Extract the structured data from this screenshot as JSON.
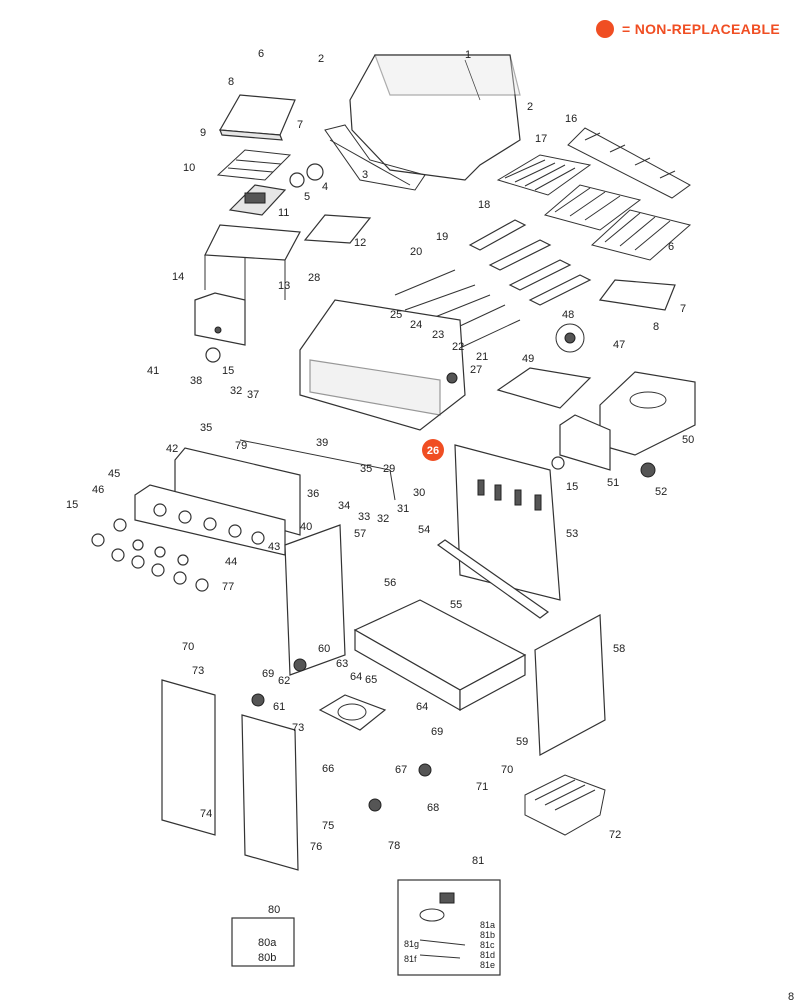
{
  "legend": {
    "text": "= NON-REPLACEABLE",
    "color": "#f04e23"
  },
  "non_replaceable": [
    "26"
  ],
  "labels": {
    "p1": "1",
    "p2a": "2",
    "p2b": "2",
    "p3": "3",
    "p4": "4",
    "p5": "5",
    "p6a": "6",
    "p6b": "6",
    "p7a": "7",
    "p7b": "7",
    "p8a": "8",
    "p8b": "8",
    "p9": "9",
    "p10": "10",
    "p11": "11",
    "p12": "12",
    "p13": "13",
    "p14": "14",
    "p15a": "15",
    "p15b": "15",
    "p15c": "15",
    "p17": "17",
    "p16": "16",
    "p18": "18",
    "p19": "19",
    "p20": "20",
    "p21": "21",
    "p22": "22",
    "p23": "23",
    "p24": "24",
    "p25": "25",
    "p26": "26",
    "p27": "27",
    "p28": "28",
    "p29": "29",
    "p30": "30",
    "p31": "31",
    "p32a": "32",
    "p32b": "32",
    "p33": "33",
    "p34": "34",
    "p35a": "35",
    "p35b": "35",
    "p36": "36",
    "p37": "37",
    "p38": "38",
    "p39": "39",
    "p40": "40",
    "p41": "41",
    "p42": "42",
    "p43": "43",
    "p44": "44",
    "p45": "45",
    "p46": "46",
    "p47": "47",
    "p48": "48",
    "p49": "49",
    "p50": "50",
    "p51": "51",
    "p52": "52",
    "p53": "53",
    "p54": "54",
    "p55": "55",
    "p56": "56",
    "p57": "57",
    "p58": "58",
    "p59": "59",
    "p60": "60",
    "p61": "61",
    "p62": "62",
    "p63": "63",
    "p64a": "64",
    "p64b": "64",
    "p65": "65",
    "p66": "66",
    "p67": "67",
    "p68": "68",
    "p69a": "69",
    "p69b": "69",
    "p70a": "70",
    "p70b": "70",
    "p71": "71",
    "p72": "72",
    "p73a": "73",
    "p73b": "73",
    "p74": "74",
    "p75": "75",
    "p76": "76",
    "p77": "77",
    "p78": "78",
    "p79": "79",
    "p80": "80",
    "p80a": "80a",
    "p80b": "80b",
    "p81": "81",
    "p81a": "81a",
    "p81b": "81b",
    "p81c": "81c",
    "p81d": "81d",
    "p81e": "81e",
    "p81f": "81f",
    "p81g": "81g"
  },
  "page_mark": "8"
}
